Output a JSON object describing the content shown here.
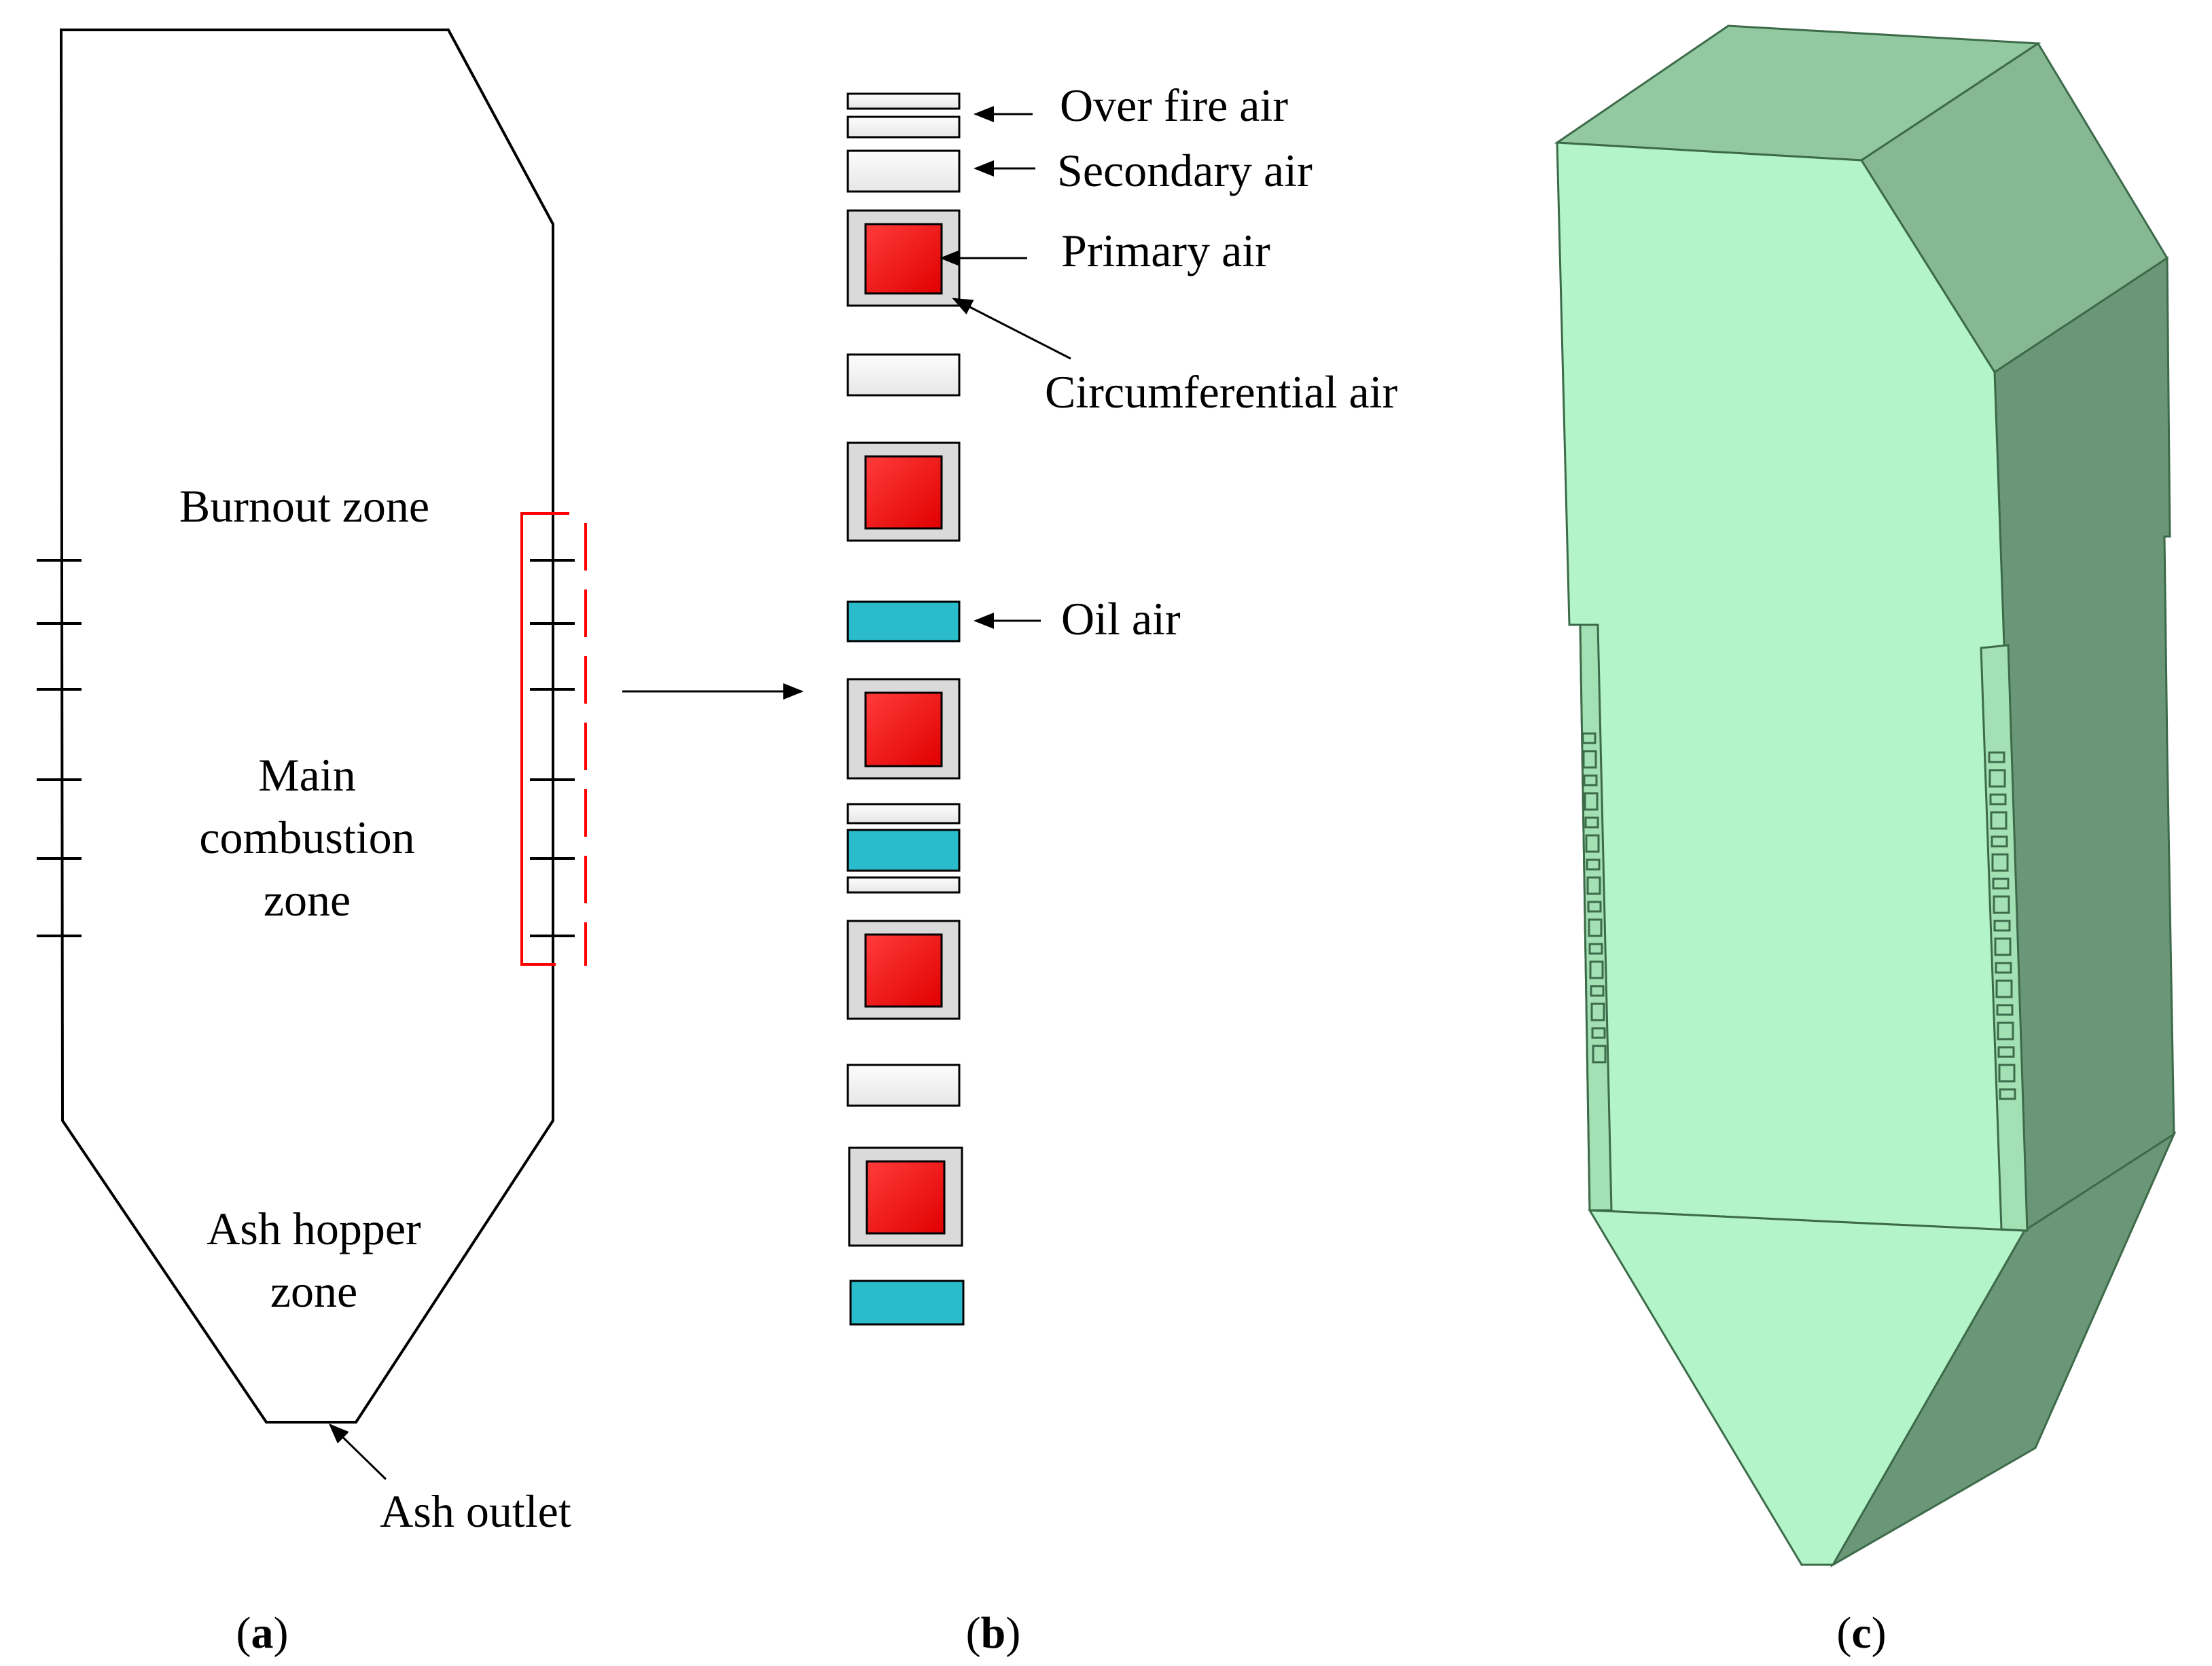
{
  "panel_a": {
    "zones": {
      "burnout": "Burnout zone",
      "main_line1": "Main",
      "main_line2": "combustion",
      "main_line3": "zone",
      "hopper_line1": "Ash hopper",
      "hopper_line2": "zone"
    },
    "outlet_label": "Ash outlet",
    "caption": {
      "open": "(",
      "letter": "a",
      "close": ")"
    }
  },
  "panel_b": {
    "labels": {
      "over_fire_air": "Over fire air",
      "secondary_air": "Secondary air",
      "primary_air": "Primary air",
      "circumferential_air": "Circumferential air",
      "oil_air": "Oil air"
    },
    "colors": {
      "primary": "#ff1f1f",
      "oil": "#2bbccc",
      "secondary_fill": "#f4f4f4",
      "highlight": "#ff0000"
    },
    "caption": {
      "open": "(",
      "letter": "b",
      "close": ")"
    }
  },
  "panel_c": {
    "colors": {
      "front": "#b3f4c8",
      "top": "#93c9a0",
      "side": "#6a9777",
      "top_right": "#85b893",
      "edge": "#3d6b4a"
    },
    "caption": {
      "open": "(",
      "letter": "c",
      "close": ")"
    }
  }
}
